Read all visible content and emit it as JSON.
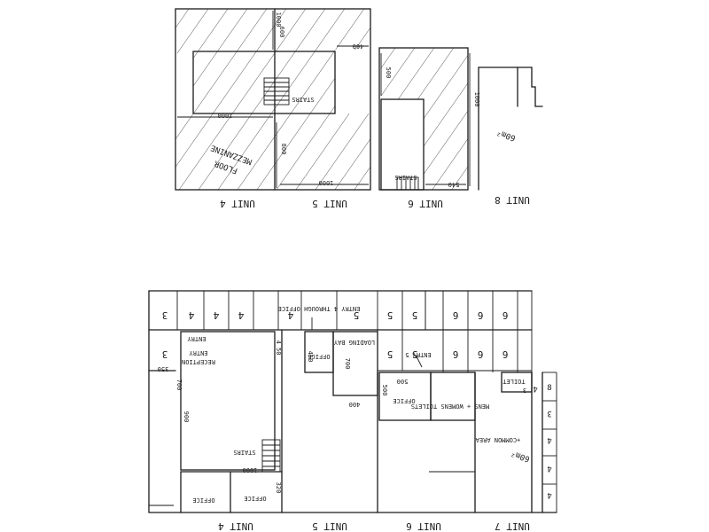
{
  "upper_plan": {
    "unit_labels": [
      "UNIT 4",
      "UNIT 5",
      "UNIT 6",
      "UNIT 8"
    ],
    "area_labels": [
      "MEZZANINE",
      "FLOOR",
      "STAIRS",
      "STAIRS",
      "60m²"
    ],
    "dimensions": [
      "1000",
      "1000",
      "1000",
      "800",
      "600",
      "460",
      "500",
      "1000",
      "540"
    ]
  },
  "lower_plan": {
    "unit_labels": [
      "UNIT 4",
      "UNIT 5",
      "UNIT 6",
      "UNIT 7"
    ],
    "room_labels": [
      "RECEPTION",
      "ENTRY",
      "OFFICE",
      "LOADING BAY",
      "ENTRY",
      "OFFICE",
      "MENS + WOMENS TOILETS",
      "+COMMON AREA",
      "60m²",
      "ENTRY 5",
      "OFFICE",
      "OFFICE",
      "ENTRY 4 THROUGH OFFICE",
      "TOILET",
      "STAIRS"
    ],
    "dimensions": [
      "350",
      "4 50",
      "450",
      "700",
      "500",
      "400",
      "500",
      "900",
      "700",
      "1000",
      "320"
    ],
    "bay_numbers": [
      "3",
      "4",
      "4",
      "4",
      "4",
      "5",
      "5",
      "5",
      "6",
      "6",
      "6",
      "3",
      "5",
      "5",
      "6",
      "6",
      "6",
      "3",
      "8",
      "3",
      "4",
      "4",
      "4",
      "4"
    ]
  },
  "colors": {
    "ink": "#1a1a1a",
    "paper": "#ffffff"
  }
}
